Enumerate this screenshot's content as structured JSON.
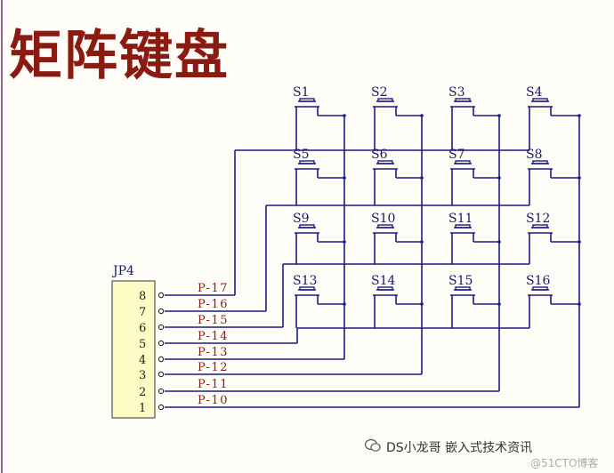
{
  "title": "矩阵键盘",
  "connector": {
    "ref": "JP4",
    "pins": [
      "8",
      "7",
      "6",
      "5",
      "4",
      "3",
      "2",
      "1"
    ]
  },
  "nets": [
    "P-17",
    "P-16",
    "P-15",
    "P-14",
    "P-13",
    "P-12",
    "P-11",
    "P-10"
  ],
  "switches": [
    "S1",
    "S2",
    "S3",
    "S4",
    "S5",
    "S6",
    "S7",
    "S8",
    "S9",
    "S10",
    "S11",
    "S12",
    "S13",
    "S14",
    "S15",
    "S16"
  ],
  "watermark": {
    "brand": "DS小龙哥 嵌入式技术资讯",
    "site": "@51CTO博客"
  },
  "colors": {
    "wire": "#1a1a8c",
    "title": "#8b1a10",
    "net_label": "#8b1a10",
    "connector_fill": "#fffbc4"
  }
}
